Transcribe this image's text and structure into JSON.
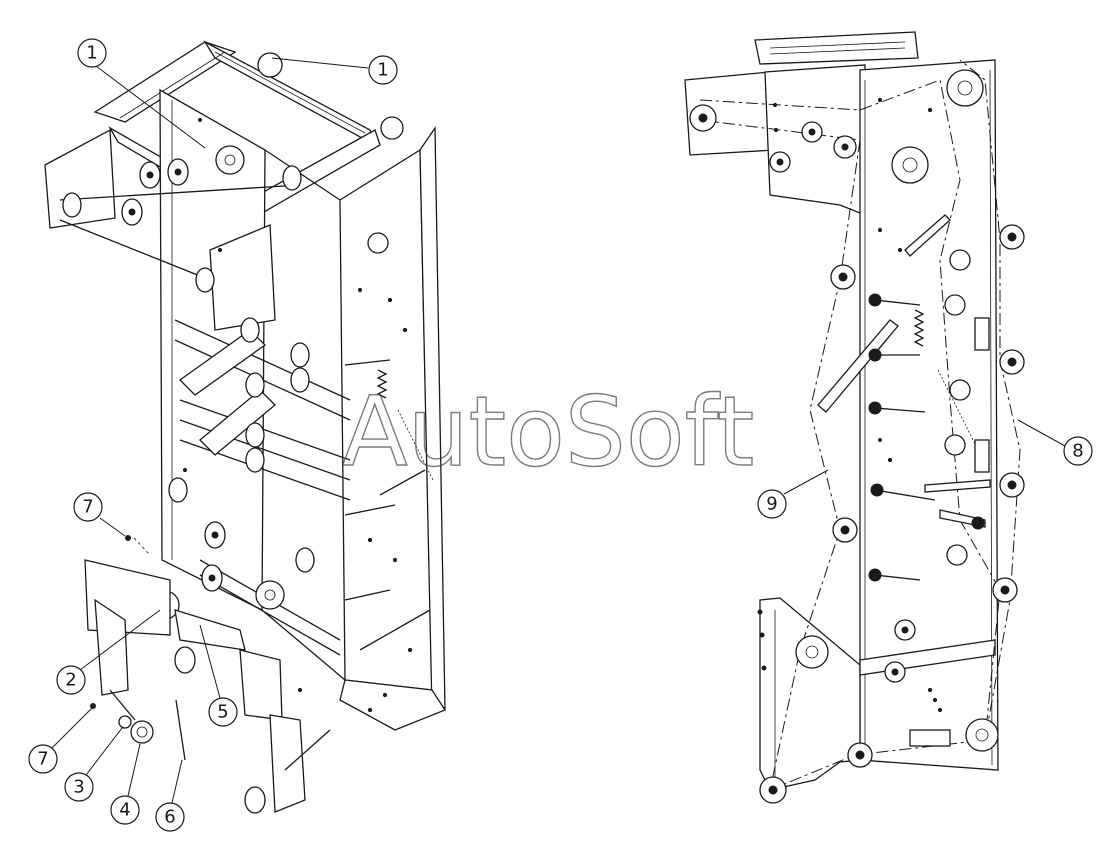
{
  "watermark": "AutoSoft",
  "callouts": [
    {
      "label": "1"
    },
    {
      "label": "1"
    },
    {
      "label": "7"
    },
    {
      "label": "2"
    },
    {
      "label": "5"
    },
    {
      "label": "7"
    },
    {
      "label": "3"
    },
    {
      "label": "4"
    },
    {
      "label": "6"
    },
    {
      "label": "9"
    },
    {
      "label": "8"
    }
  ]
}
